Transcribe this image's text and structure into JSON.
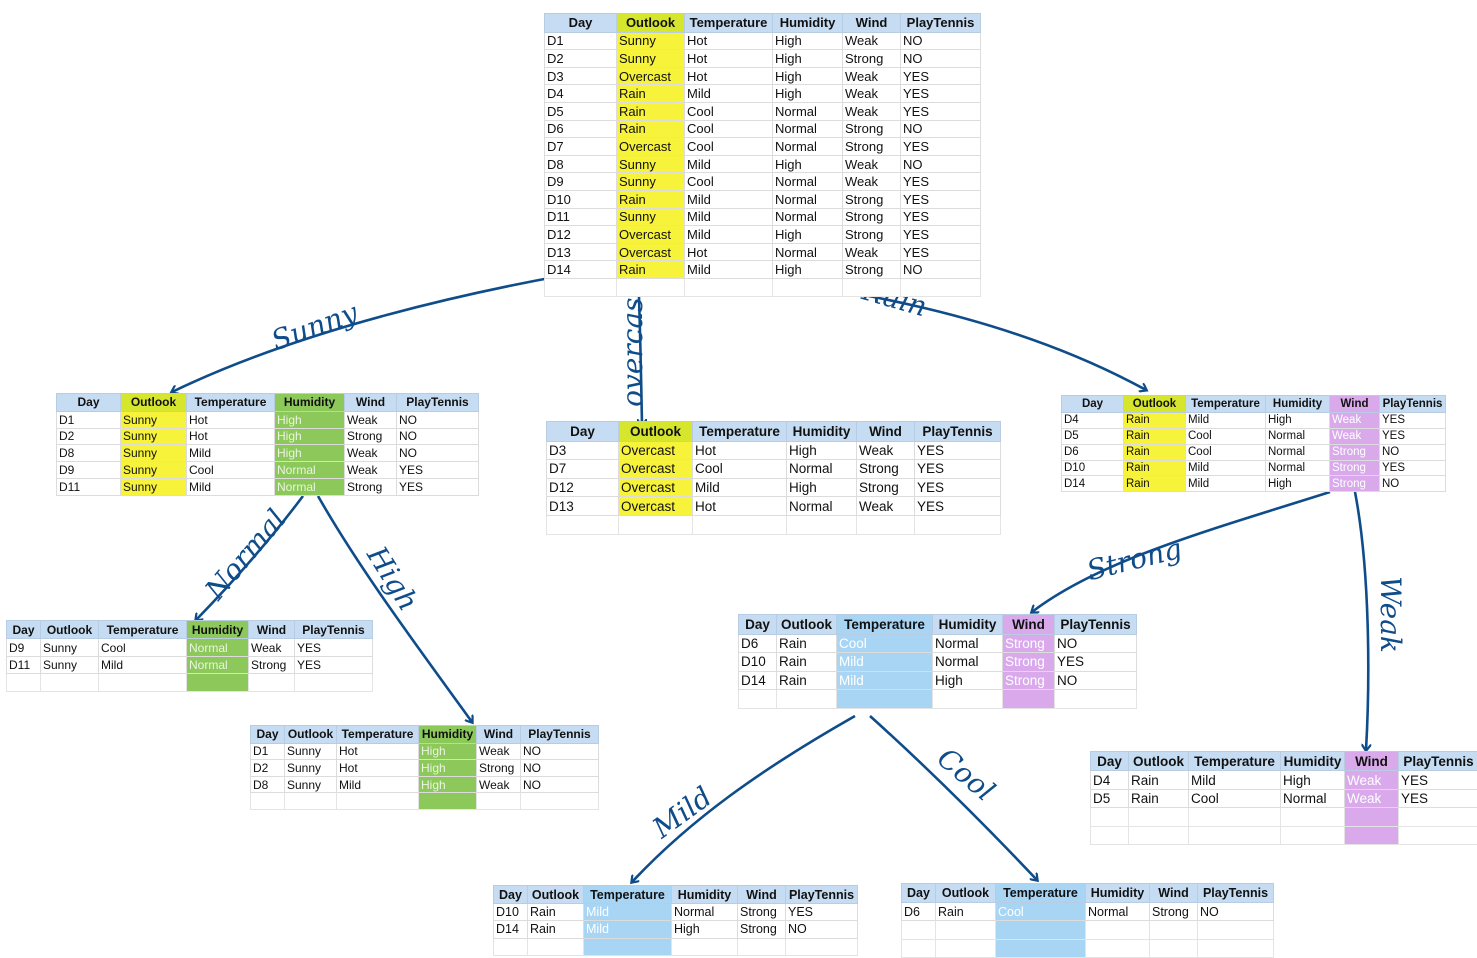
{
  "columns": [
    "Day",
    "Outlook",
    "Temperature",
    "Humidity",
    "Wind",
    "PlayTennis"
  ],
  "edge_labels": {
    "sunny": "Sunny",
    "overcast": "overcast",
    "rain": "Rain",
    "normal": "Normal",
    "high": "High",
    "strong": "Strong",
    "weak": "Weak",
    "mild": "Mild",
    "cool": "Cool"
  },
  "colors": {
    "edge": "#0f4c8a",
    "header": "#c6dcf2",
    "outlook_highlight": "#f7f23a",
    "humidity_highlight": "#8cc85a",
    "temperature_highlight": "#a9d5f5",
    "wind_highlight": "#d9a9ec"
  },
  "tables": {
    "root": {
      "rows": [
        [
          "D1",
          "Sunny",
          "Hot",
          "High",
          "Weak",
          "NO"
        ],
        [
          "D2",
          "Sunny",
          "Hot",
          "High",
          "Strong",
          "NO"
        ],
        [
          "D3",
          "Overcast",
          "Hot",
          "High",
          "Weak",
          "YES"
        ],
        [
          "D4",
          "Rain",
          "Mild",
          "High",
          "Weak",
          "YES"
        ],
        [
          "D5",
          "Rain",
          "Cool",
          "Normal",
          "Weak",
          "YES"
        ],
        [
          "D6",
          "Rain",
          "Cool",
          "Normal",
          "Strong",
          "NO"
        ],
        [
          "D7",
          "Overcast",
          "Cool",
          "Normal",
          "Strong",
          "YES"
        ],
        [
          "D8",
          "Sunny",
          "Mild",
          "High",
          "Weak",
          "NO"
        ],
        [
          "D9",
          "Sunny",
          "Cool",
          "Normal",
          "Weak",
          "YES"
        ],
        [
          "D10",
          "Rain",
          "Mild",
          "Normal",
          "Strong",
          "YES"
        ],
        [
          "D11",
          "Sunny",
          "Mild",
          "Normal",
          "Strong",
          "YES"
        ],
        [
          "D12",
          "Overcast",
          "Mild",
          "High",
          "Strong",
          "YES"
        ],
        [
          "D13",
          "Overcast",
          "Hot",
          "Normal",
          "Weak",
          "YES"
        ],
        [
          "D14",
          "Rain",
          "Mild",
          "High",
          "Strong",
          "NO"
        ]
      ]
    },
    "sunny": {
      "rows": [
        [
          "D1",
          "Sunny",
          "Hot",
          "High",
          "Weak",
          "NO"
        ],
        [
          "D2",
          "Sunny",
          "Hot",
          "High",
          "Strong",
          "NO"
        ],
        [
          "D8",
          "Sunny",
          "Mild",
          "High",
          "Weak",
          "NO"
        ],
        [
          "D9",
          "Sunny",
          "Cool",
          "Normal",
          "Weak",
          "YES"
        ],
        [
          "D11",
          "Sunny",
          "Mild",
          "Normal",
          "Strong",
          "YES"
        ]
      ]
    },
    "overcast": {
      "rows": [
        [
          "D3",
          "Overcast",
          "Hot",
          "High",
          "Weak",
          "YES"
        ],
        [
          "D7",
          "Overcast",
          "Cool",
          "Normal",
          "Strong",
          "YES"
        ],
        [
          "D12",
          "Overcast",
          "Mild",
          "High",
          "Strong",
          "YES"
        ],
        [
          "D13",
          "Overcast",
          "Hot",
          "Normal",
          "Weak",
          "YES"
        ]
      ]
    },
    "rain": {
      "rows": [
        [
          "D4",
          "Rain",
          "Mild",
          "High",
          "Weak",
          "YES"
        ],
        [
          "D5",
          "Rain",
          "Cool",
          "Normal",
          "Weak",
          "YES"
        ],
        [
          "D6",
          "Rain",
          "Cool",
          "Normal",
          "Strong",
          "NO"
        ],
        [
          "D10",
          "Rain",
          "Mild",
          "Normal",
          "Strong",
          "YES"
        ],
        [
          "D14",
          "Rain",
          "Mild",
          "High",
          "Strong",
          "NO"
        ]
      ]
    },
    "normal": {
      "rows": [
        [
          "D9",
          "Sunny",
          "Cool",
          "Normal",
          "Weak",
          "YES"
        ],
        [
          "D11",
          "Sunny",
          "Mild",
          "Normal",
          "Strong",
          "YES"
        ]
      ]
    },
    "high": {
      "rows": [
        [
          "D1",
          "Sunny",
          "Hot",
          "High",
          "Weak",
          "NO"
        ],
        [
          "D2",
          "Sunny",
          "Hot",
          "High",
          "Strong",
          "NO"
        ],
        [
          "D8",
          "Sunny",
          "Mild",
          "High",
          "Weak",
          "NO"
        ]
      ]
    },
    "strong": {
      "rows": [
        [
          "D6",
          "Rain",
          "Cool",
          "Normal",
          "Strong",
          "NO"
        ],
        [
          "D10",
          "Rain",
          "Mild",
          "Normal",
          "Strong",
          "YES"
        ],
        [
          "D14",
          "Rain",
          "Mild",
          "High",
          "Strong",
          "NO"
        ]
      ]
    },
    "weak": {
      "rows": [
        [
          "D4",
          "Rain",
          "Mild",
          "High",
          "Weak",
          "YES"
        ],
        [
          "D5",
          "Rain",
          "Cool",
          "Normal",
          "Weak",
          "YES"
        ]
      ]
    },
    "mild": {
      "rows": [
        [
          "D10",
          "Rain",
          "Mild",
          "Normal",
          "Strong",
          "YES"
        ],
        [
          "D14",
          "Rain",
          "Mild",
          "High",
          "Strong",
          "NO"
        ]
      ]
    },
    "cool": {
      "rows": [
        [
          "D6",
          "Rain",
          "Cool",
          "Normal",
          "Strong",
          "NO"
        ]
      ]
    }
  }
}
